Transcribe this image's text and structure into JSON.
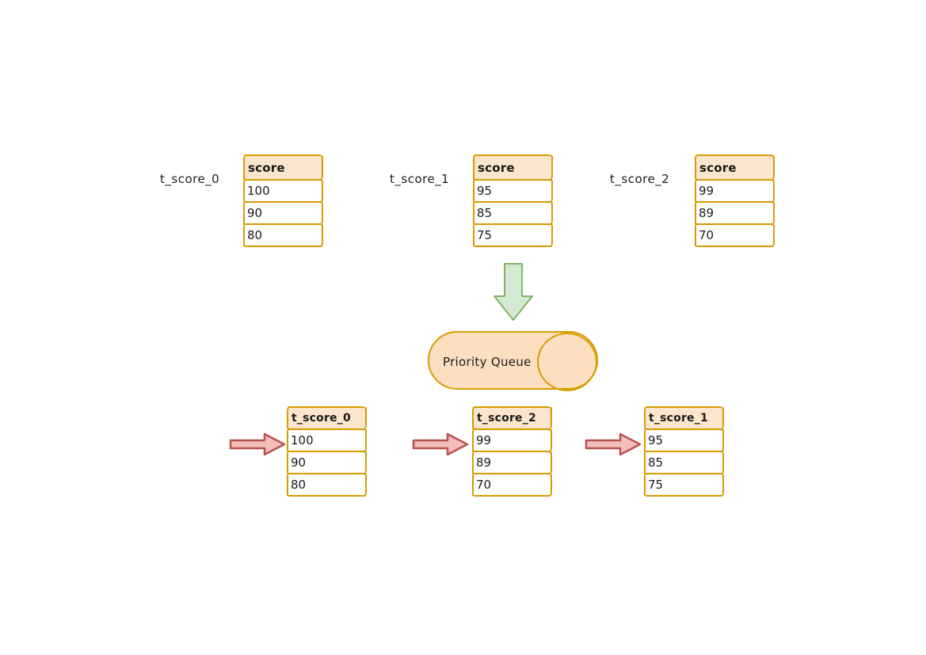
{
  "colors": {
    "table_border": "#d79b00",
    "header_fill": "#fce5cd",
    "queue_fill": "#fbdfc0",
    "green_arrow_fill": "#d5e8d4",
    "green_arrow_stroke": "#82b366",
    "pink_arrow_fill": "#f2bdbb",
    "pink_arrow_stroke": "#b85450"
  },
  "top_sources": [
    {
      "label": "t_score_0",
      "header": "score",
      "rows": [
        "100",
        "90",
        "80"
      ]
    },
    {
      "label": "t_score_1",
      "header": "score",
      "rows": [
        "95",
        "85",
        "75"
      ]
    },
    {
      "label": "t_score_2",
      "header": "score",
      "rows": [
        "99",
        "89",
        "70"
      ]
    }
  ],
  "priority_queue": {
    "label": "Priority Queue"
  },
  "sorted_outputs": [
    {
      "header": "t_score_0",
      "rows": [
        "100",
        "90",
        "80"
      ]
    },
    {
      "header": "t_score_2",
      "rows": [
        "99",
        "89",
        "70"
      ]
    },
    {
      "header": "t_score_1",
      "rows": [
        "95",
        "85",
        "75"
      ]
    }
  ]
}
